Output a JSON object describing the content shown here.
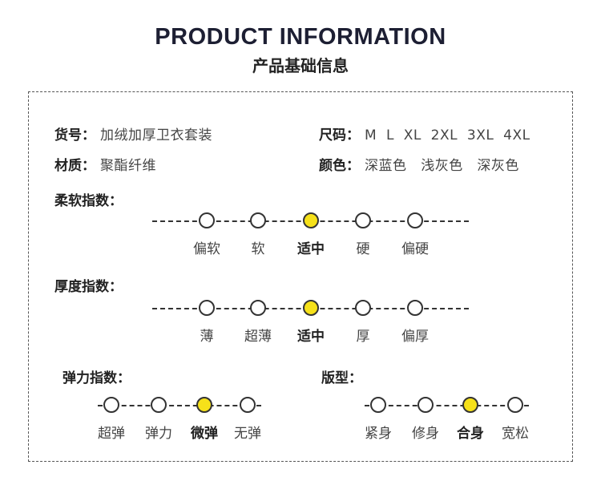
{
  "header": {
    "title": "PRODUCT INFORMATION",
    "subtitle": "产品基础信息"
  },
  "info": {
    "item_no": {
      "label": "货号",
      "value": "加绒加厚卫衣套装"
    },
    "size": {
      "label": "尺码",
      "value": "M  L  XL  2XL  3XL  4XL"
    },
    "material": {
      "label": "材质",
      "value": "聚酯纤维"
    },
    "color": {
      "label": "颜色",
      "value": "深蓝色   浅灰色   深灰色"
    }
  },
  "softness": {
    "label": "柔软指数：",
    "options": [
      "偏软",
      "软",
      "适中",
      "硬",
      "偏硬"
    ],
    "selected": 2
  },
  "thickness": {
    "label": "厚度指数：",
    "options": [
      "薄",
      "超薄",
      "适中",
      "厚",
      "偏厚"
    ],
    "selected": 2
  },
  "elasticity": {
    "label": "弹力指数：",
    "options": [
      "超弹",
      "弹力",
      "微弹",
      "无弹"
    ],
    "selected": 2
  },
  "fit": {
    "label": "版型：",
    "options": [
      "紧身",
      "修身",
      "合身",
      "宽松"
    ],
    "selected": 2
  },
  "colors": {
    "selected_dot": "#f6e11a",
    "title": "#1d1f33"
  }
}
